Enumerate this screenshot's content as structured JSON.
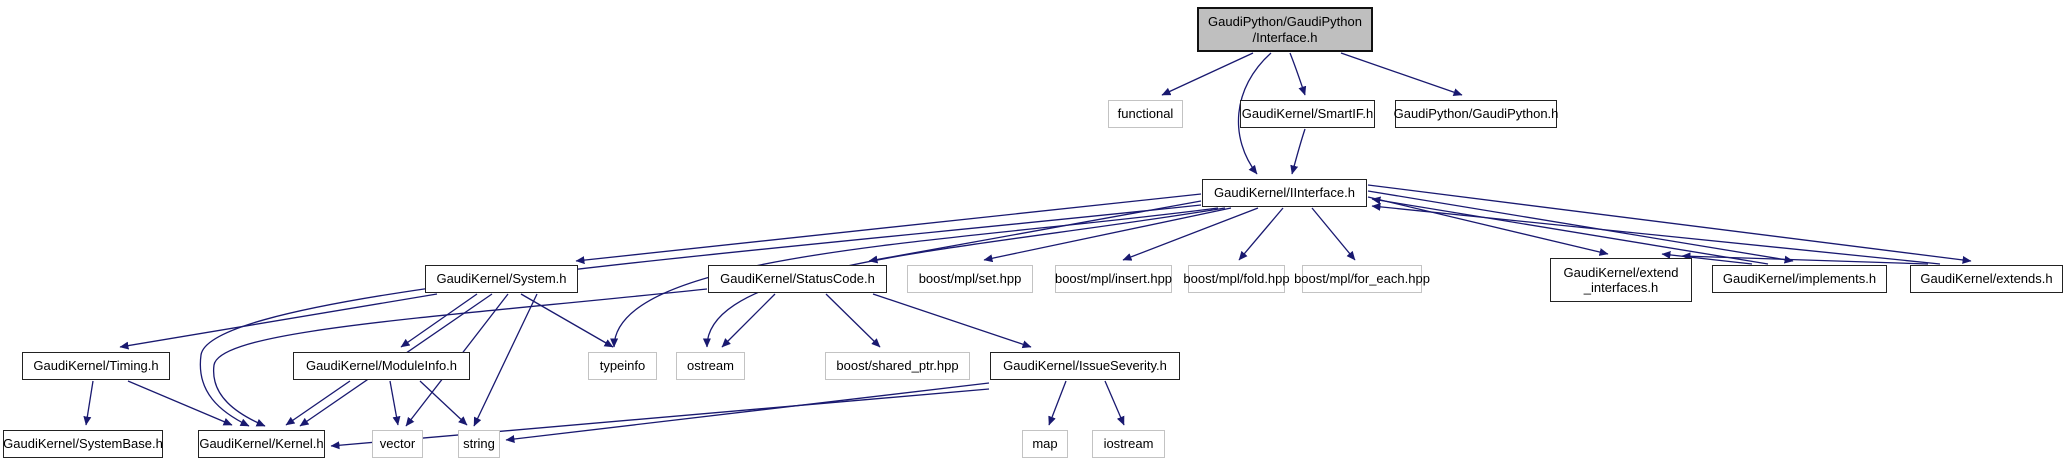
{
  "diagram": {
    "title": "Include dependency graph for GaudiPython/GaudiPython/Interface.h",
    "type": "include-dependency-graph",
    "background_color": "#ffffff",
    "edge_color": "#191970",
    "main_node_fill": "#bfbfbf",
    "linked_node_border": "#222222",
    "system_node_border": "#c3c3c3",
    "nodes": [
      {
        "id": "interface",
        "label": "GaudiPython/GaudiPython\n/Interface.h",
        "type": "main"
      },
      {
        "id": "functional",
        "label": "functional",
        "type": "system"
      },
      {
        "id": "smartif",
        "label": "GaudiKernel/SmartIF.h",
        "type": "linked"
      },
      {
        "id": "gaudipython",
        "label": "GaudiPython/GaudiPython.h",
        "type": "linked"
      },
      {
        "id": "iinterface",
        "label": "GaudiKernel/IInterface.h",
        "type": "linked"
      },
      {
        "id": "system",
        "label": "GaudiKernel/System.h",
        "type": "linked"
      },
      {
        "id": "statuscode",
        "label": "GaudiKernel/StatusCode.h",
        "type": "linked"
      },
      {
        "id": "mpl-set",
        "label": "boost/mpl/set.hpp",
        "type": "system"
      },
      {
        "id": "mpl-insert",
        "label": "boost/mpl/insert.hpp",
        "type": "system"
      },
      {
        "id": "mpl-fold",
        "label": "boost/mpl/fold.hpp",
        "type": "system"
      },
      {
        "id": "mpl-for-each",
        "label": "boost/mpl/for_each.hpp",
        "type": "system"
      },
      {
        "id": "extend-interfaces",
        "label": "GaudiKernel/extend\n_interfaces.h",
        "type": "linked"
      },
      {
        "id": "implements",
        "label": "GaudiKernel/implements.h",
        "type": "linked"
      },
      {
        "id": "extends",
        "label": "GaudiKernel/extends.h",
        "type": "linked"
      },
      {
        "id": "timing",
        "label": "GaudiKernel/Timing.h",
        "type": "linked"
      },
      {
        "id": "moduleinfo",
        "label": "GaudiKernel/ModuleInfo.h",
        "type": "linked"
      },
      {
        "id": "typeinfo",
        "label": "typeinfo",
        "type": "system"
      },
      {
        "id": "ostream",
        "label": "ostream",
        "type": "system"
      },
      {
        "id": "shared-ptr",
        "label": "boost/shared_ptr.hpp",
        "type": "system"
      },
      {
        "id": "issueseverity",
        "label": "GaudiKernel/IssueSeverity.h",
        "type": "linked"
      },
      {
        "id": "systembase",
        "label": "GaudiKernel/SystemBase.h",
        "type": "linked"
      },
      {
        "id": "kernel",
        "label": "GaudiKernel/Kernel.h",
        "type": "linked"
      },
      {
        "id": "vector",
        "label": "vector",
        "type": "system"
      },
      {
        "id": "string",
        "label": "string",
        "type": "system"
      },
      {
        "id": "map",
        "label": "map",
        "type": "system"
      },
      {
        "id": "iostream",
        "label": "iostream",
        "type": "system"
      }
    ],
    "edges": [
      {
        "from": "interface",
        "to": "functional"
      },
      {
        "from": "interface",
        "to": "smartif"
      },
      {
        "from": "interface",
        "to": "gaudipython"
      },
      {
        "from": "interface",
        "to": "iinterface"
      },
      {
        "from": "smartif",
        "to": "iinterface"
      },
      {
        "from": "iinterface",
        "to": "system"
      },
      {
        "from": "iinterface",
        "to": "statuscode"
      },
      {
        "from": "iinterface",
        "to": "mpl-set"
      },
      {
        "from": "iinterface",
        "to": "mpl-insert"
      },
      {
        "from": "iinterface",
        "to": "mpl-fold"
      },
      {
        "from": "iinterface",
        "to": "mpl-for-each"
      },
      {
        "from": "iinterface",
        "to": "extend-interfaces"
      },
      {
        "from": "iinterface",
        "to": "implements"
      },
      {
        "from": "iinterface",
        "to": "extends"
      },
      {
        "from": "iinterface",
        "to": "typeinfo"
      },
      {
        "from": "iinterface",
        "to": "ostream"
      },
      {
        "from": "iinterface",
        "to": "kernel"
      },
      {
        "from": "implements",
        "to": "iinterface"
      },
      {
        "from": "extends",
        "to": "iinterface"
      },
      {
        "from": "implements",
        "to": "extend-interfaces"
      },
      {
        "from": "extends",
        "to": "extend-interfaces"
      },
      {
        "from": "system",
        "to": "timing"
      },
      {
        "from": "system",
        "to": "moduleinfo"
      },
      {
        "from": "system",
        "to": "kernel"
      },
      {
        "from": "system",
        "to": "typeinfo"
      },
      {
        "from": "system",
        "to": "vector"
      },
      {
        "from": "system",
        "to": "string"
      },
      {
        "from": "timing",
        "to": "systembase"
      },
      {
        "from": "timing",
        "to": "kernel"
      },
      {
        "from": "moduleinfo",
        "to": "kernel"
      },
      {
        "from": "moduleinfo",
        "to": "vector"
      },
      {
        "from": "moduleinfo",
        "to": "string"
      },
      {
        "from": "statuscode",
        "to": "ostream"
      },
      {
        "from": "statuscode",
        "to": "shared-ptr"
      },
      {
        "from": "statuscode",
        "to": "issueseverity"
      },
      {
        "from": "statuscode",
        "to": "kernel"
      },
      {
        "from": "issueseverity",
        "to": "map"
      },
      {
        "from": "issueseverity",
        "to": "iostream"
      },
      {
        "from": "issueseverity",
        "to": "string"
      },
      {
        "from": "issueseverity",
        "to": "kernel"
      }
    ]
  }
}
